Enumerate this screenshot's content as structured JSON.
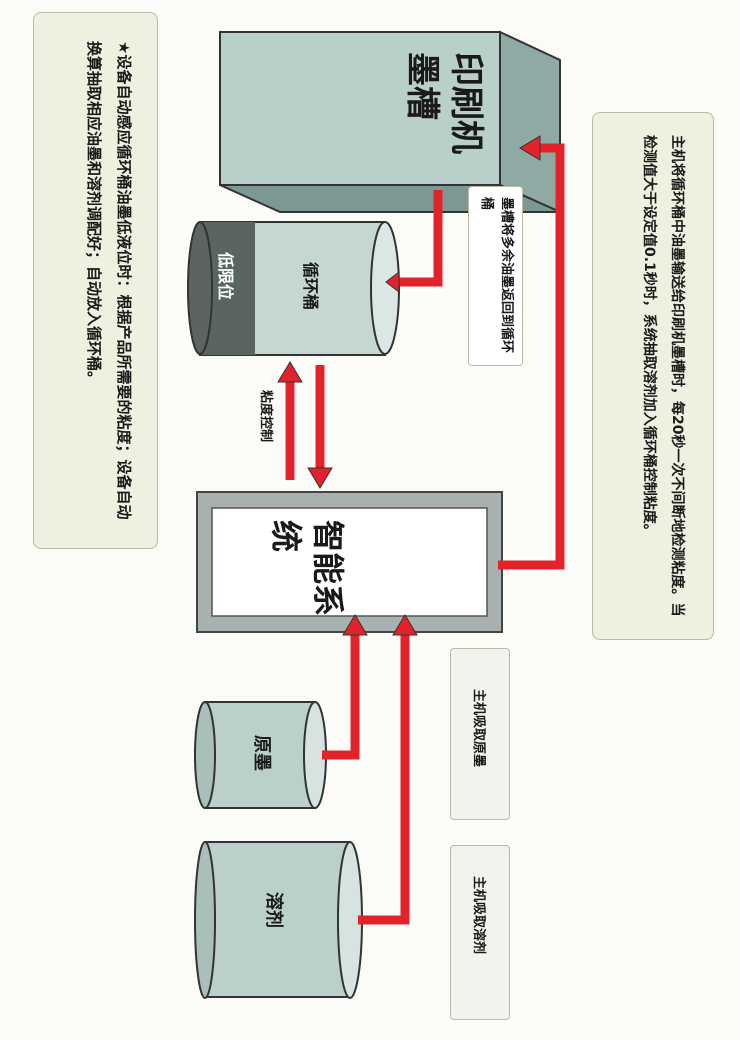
{
  "left_note": {
    "text": "★设备自动感应循环桶油墨低液位时：根据产品所需要的粘度；设备自动换算抽取相应油墨和溶剂调配好；自动放入循环桶。"
  },
  "right_note": {
    "text": "主机将循环桶中油墨输送给印刷机墨槽时，每20秒一次不间断地检测粘度。当检测值大于设定值0.1秒时，系统抽取溶剂加入循环桶控制粘度。"
  },
  "ink_tank": {
    "label": "印刷机墨槽"
  },
  "return_label": {
    "text": "墨槽将多余油墨返回到循环桶"
  },
  "circulation_bucket": {
    "label": "循环桶",
    "low_level": "低限位"
  },
  "viscosity_label": {
    "text": "粘度控制"
  },
  "smart_system": {
    "label": "智能系统"
  },
  "raw_ink": {
    "label": "原墨"
  },
  "solvent": {
    "label": "溶剂"
  },
  "raw_ink_note": {
    "text": "主机吸取原墨"
  },
  "solvent_note": {
    "text": "主机吸取溶剂"
  },
  "colors": {
    "arrow": "#e3232c",
    "tank": "#b9cfca",
    "note_bg": "#eef0e0"
  }
}
